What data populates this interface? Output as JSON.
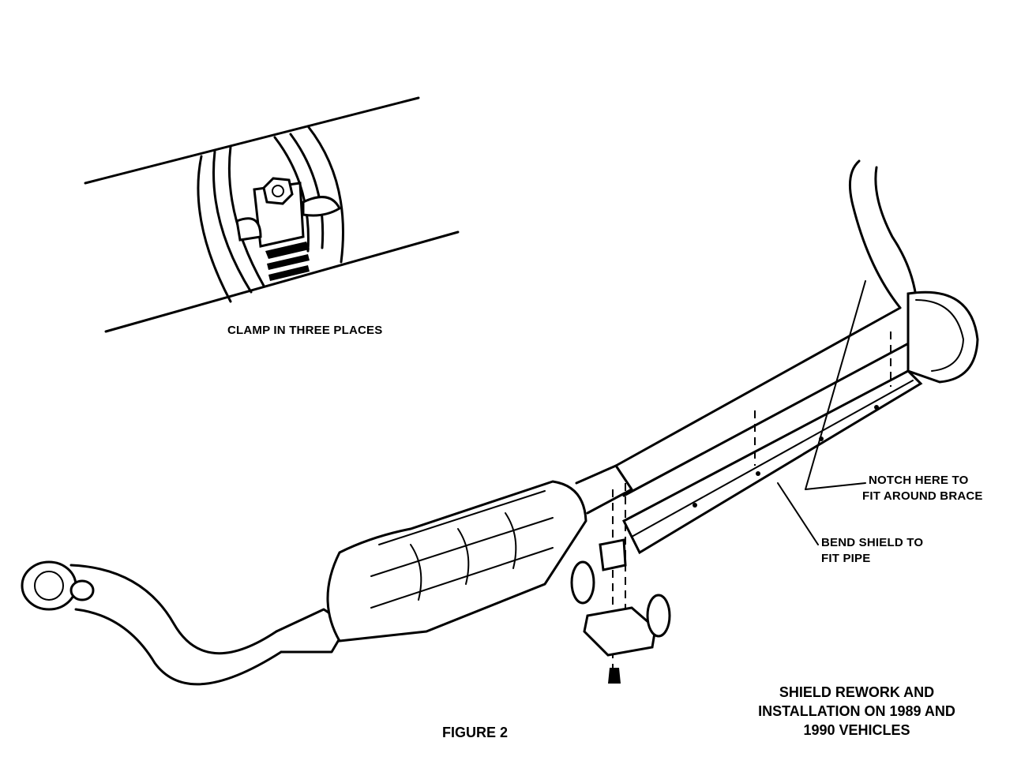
{
  "labels": {
    "clamp_note": "CLAMP IN THREE PLACES",
    "notch_line1": "NOTCH HERE TO",
    "notch_line2": "FIT AROUND BRACE",
    "bend_line1": "BEND SHIELD TO",
    "bend_line2": "FIT PIPE",
    "figure_caption": "FIGURE 2",
    "title_line1": "SHIELD REWORK AND",
    "title_line2": "INSTALLATION ON 1989 AND",
    "title_line3": "1990 VEHICLES"
  },
  "colors": {
    "ink": "#000000",
    "paper": "#ffffff"
  }
}
